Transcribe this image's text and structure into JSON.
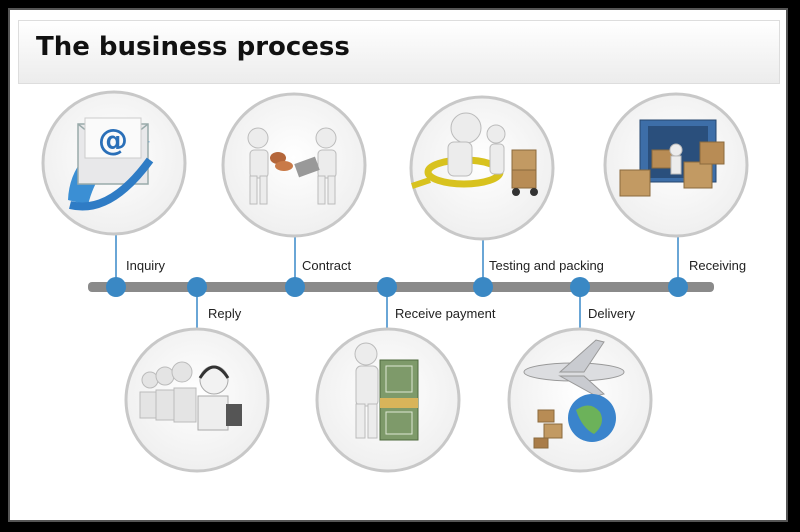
{
  "title": "The business process",
  "steps": [
    {
      "label": "Inquiry",
      "position": "top",
      "image": "email-envelope-icon"
    },
    {
      "label": "Reply",
      "position": "bottom",
      "image": "call-center-headset-icon"
    },
    {
      "label": "Contract",
      "position": "top",
      "image": "handshake-contract-icon"
    },
    {
      "label": "Receive payment",
      "position": "bottom",
      "image": "money-stack-icon"
    },
    {
      "label": "Testing and packing",
      "position": "top",
      "image": "magnifier-inspection-icon"
    },
    {
      "label": "Delivery",
      "position": "bottom",
      "image": "airplane-globe-icon"
    },
    {
      "label": "Receiving",
      "position": "top",
      "image": "container-boxes-icon"
    }
  ],
  "colors": {
    "timeline": "#8a8a8a",
    "node": "#3a88c4",
    "connector": "#6aa6d6",
    "circle_border": "#c8c8c8"
  }
}
